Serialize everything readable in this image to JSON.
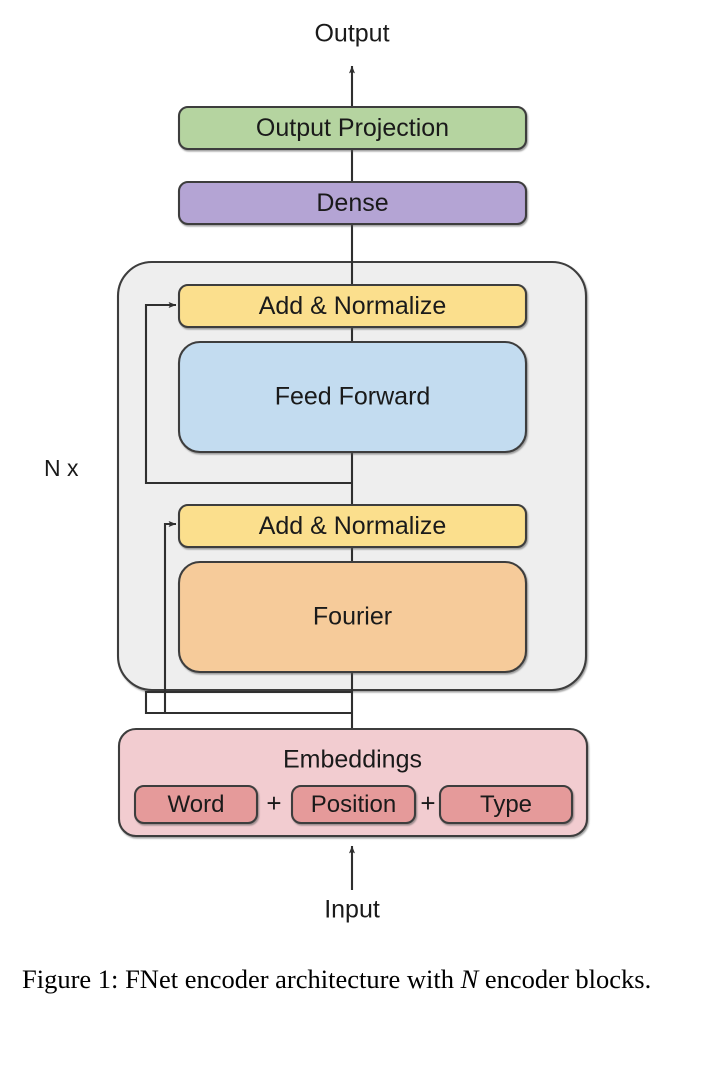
{
  "figure": {
    "io": {
      "output_label": "Output",
      "input_label": "Input"
    },
    "repeat_label": "N x",
    "blocks": {
      "output_projection": "Output Projection",
      "dense": "Dense",
      "add_norm_top": "Add & Normalize",
      "feed_forward": "Feed Forward",
      "add_norm_bottom": "Add & Normalize",
      "fourier": "Fourier",
      "embeddings": "Embeddings"
    },
    "embedding_parts": {
      "word": "Word",
      "position": "Position",
      "type": "Type",
      "plus_1": "+",
      "plus_2": "+"
    },
    "colors": {
      "output_projection_fill": "#b5d4a0",
      "dense_fill": "#b4a4d4",
      "add_norm_fill": "#fbdf8d",
      "feed_forward_fill": "#c3dcf0",
      "fourier_fill": "#f6cb9a",
      "embeddings_fill": "#f2ccd0",
      "embedding_part_fill": "#e59a9a",
      "encoder_container_fill": "#eeeeee",
      "stroke": "#3d3d3d"
    }
  },
  "caption": {
    "prefix": "Figure 1:",
    "text_before_italic": " FNet encoder architecture with ",
    "italic": "N",
    "text_after_italic": " encoder blocks."
  }
}
